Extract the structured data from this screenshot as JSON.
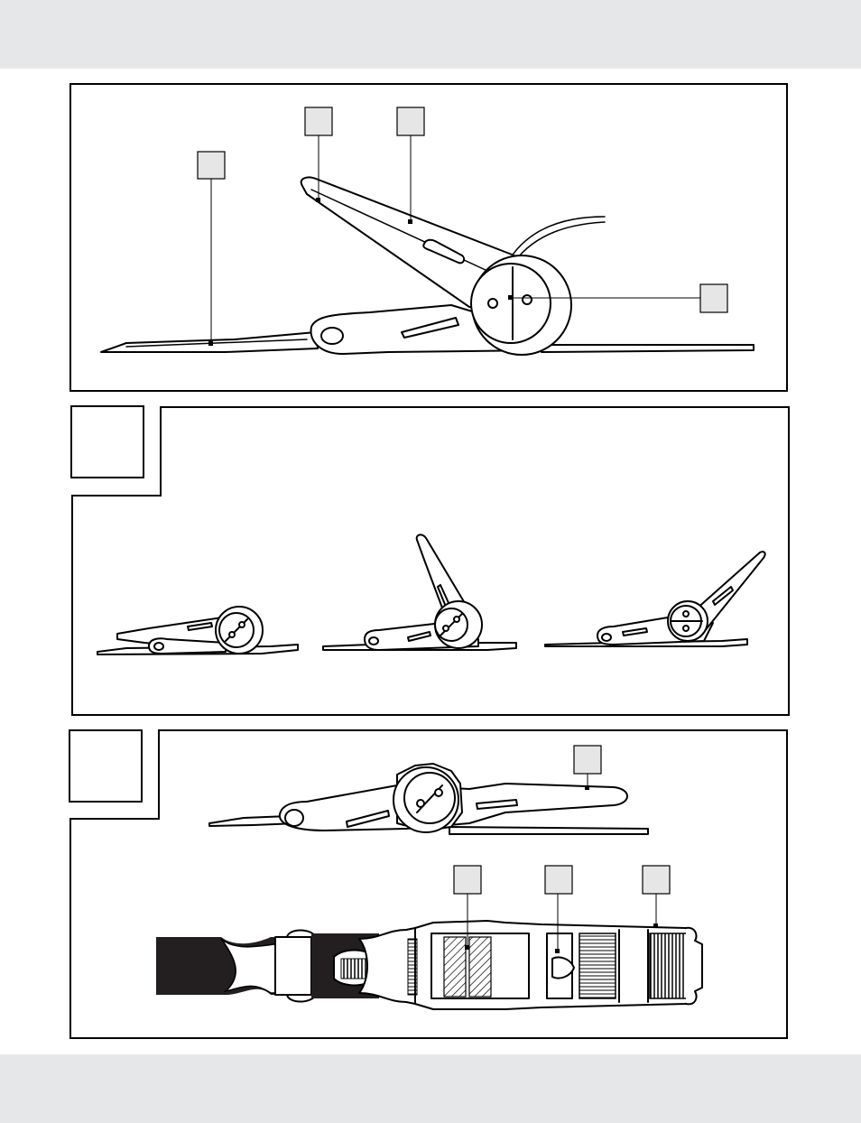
{
  "colors": {
    "background": "#ffffff",
    "band": "#e6e7e8",
    "callout_fill": "#e6e6e6",
    "line": "#000000"
  },
  "figure_a": {
    "callouts": [
      "",
      "",
      "",
      ""
    ]
  },
  "figure_b": {
    "number_box": "",
    "positions": [
      "closed",
      "half-open",
      "fully-open"
    ]
  },
  "figure_c": {
    "number_box": "",
    "callouts": [
      "",
      "",
      "",
      ""
    ]
  }
}
